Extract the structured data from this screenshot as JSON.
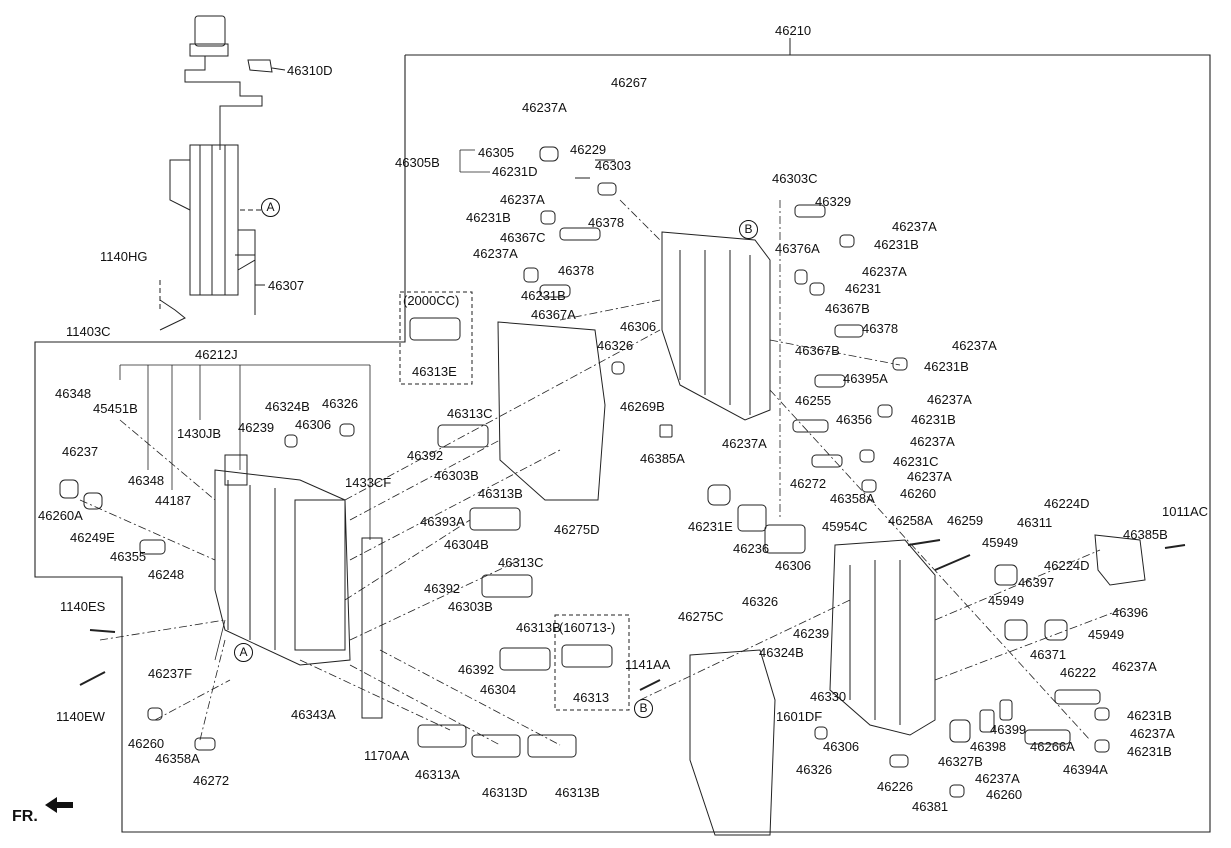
{
  "labels": {
    "l46210": "46210",
    "l46310D": "46310D",
    "l46267": "46267",
    "l46237A_1": "46237A",
    "l46305": "46305",
    "l46305B": "46305B",
    "l46229": "46229",
    "l46231D": "46231D",
    "l46303": "46303",
    "l46237A_2": "46237A",
    "l46231B_1": "46231B",
    "l46378_1": "46378",
    "l46367C": "46367C",
    "l46237A_3": "46237A",
    "l46378_2": "46378",
    "l46231B_2": "46231B",
    "l46367A": "46367A",
    "l46303C": "46303C",
    "l46329": "46329",
    "l46237A_4": "46237A",
    "l46231B_3": "46231B",
    "l46376A": "46376A",
    "l46237A_5": "46237A",
    "l46231": "46231",
    "l46367B_1": "46367B",
    "l46378_3": "46378",
    "l46237A_6": "46237A",
    "l46367B_2": "46367B",
    "l46231B_4": "46231B",
    "l46395A": "46395A",
    "l46237A_7": "46237A",
    "l46255": "46255",
    "l46356": "46356",
    "l46231B_5": "46231B",
    "l46237A_8": "46237A",
    "l46231C": "46231C",
    "l46272_1": "46272",
    "l46237A_9": "46237A",
    "l46358A_1": "46358A",
    "l46260_1": "46260",
    "l1140HG": "1140HG",
    "l46307": "46307",
    "l11403C": "11403C",
    "l2000CC": "(2000CC)",
    "l46313E": "46313E",
    "l46306_1": "46306",
    "l46326_1": "46326",
    "l46269B": "46269B",
    "l46385A": "46385A",
    "l46212J": "46212J",
    "l46348_1": "46348",
    "l45451B": "45451B",
    "l1430JB": "1430JB",
    "l46324B_1": "46324B",
    "l46326_2": "46326",
    "l46239_1": "46239",
    "l46306_2": "46306",
    "l46313C_1": "46313C",
    "l46237": "46237",
    "l46348_2": "46348",
    "l44187": "44187",
    "l1433CF": "1433CF",
    "l46392_1": "46392",
    "l46303B_1": "46303B",
    "l46313B_1": "46313B",
    "l46275D": "46275D",
    "l46260A": "46260A",
    "l46249E": "46249E",
    "l46355": "46355",
    "l46248": "46248",
    "l46393A": "46393A",
    "l46304B": "46304B",
    "l46313C_2": "46313C",
    "l46237A_10": "46237A",
    "l46231E": "46231E",
    "l46236": "46236",
    "l45954C": "45954C",
    "l46258A": "46258A",
    "l46259": "46259",
    "l46224D_1": "46224D",
    "l1011AC": "1011AC",
    "l46311": "46311",
    "l46385B": "46385B",
    "l45949_1": "45949",
    "l46306_3": "46306",
    "l46224D_2": "46224D",
    "l46397": "46397",
    "l45949_2": "45949",
    "l46396": "46396",
    "l45949_3": "45949",
    "l1140ES": "1140ES",
    "l46392_2": "46392",
    "l46303B_2": "46303B",
    "l46313B_2": "46313B",
    "l160713": "(160713-)",
    "l46275C": "46275C",
    "l46326_3": "46326",
    "l46239_2": "46239",
    "l46324B_2": "46324B",
    "l46371": "46371",
    "l46222": "46222",
    "l46237A_11": "46237A",
    "l1141AA": "1141AA",
    "l46313": "46313",
    "l46392_3": "46392",
    "l46237F": "46237F",
    "l46330": "46330",
    "l1601DF": "1601DF",
    "l1140EW": "1140EW",
    "l46304": "46304",
    "l46343A": "46343A",
    "l46231B_6": "46231B",
    "l46399": "46399",
    "l46260_2": "46260",
    "l46358A_2": "46358A",
    "l46272_2": "46272",
    "l1170AA": "1170AA",
    "l46313A": "46313A",
    "l46313D": "46313D",
    "l46313B_3": "46313B",
    "l46326_4": "46326",
    "l46306_4": "46306",
    "l46327B": "46327B",
    "l46398": "46398",
    "l46266A": "46266A",
    "l46237A_12": "46237A",
    "l46394A": "46394A",
    "l46231B_7": "46231B",
    "l46226": "46226",
    "l46381": "46381",
    "l46237A_13": "46237A",
    "l46260_3": "46260"
  },
  "markers": {
    "A": "A",
    "B": "B"
  },
  "fr_label": "FR."
}
